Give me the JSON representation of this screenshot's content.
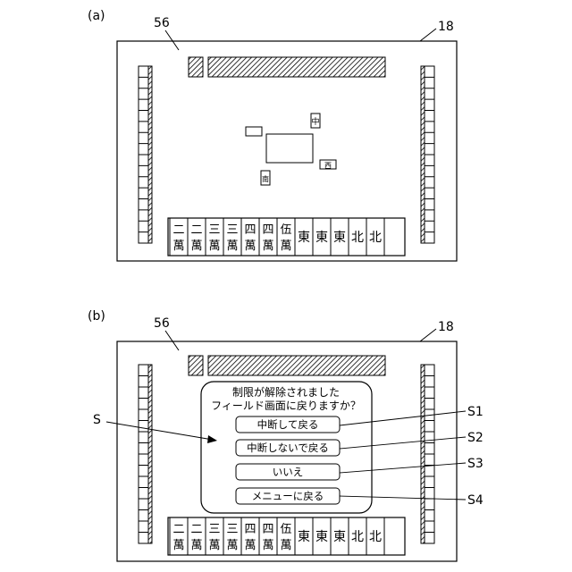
{
  "panel_a": {
    "caption": "(a)",
    "label_screen": "56",
    "label_frame": "18",
    "discards": [
      "中",
      "西",
      "南"
    ]
  },
  "panel_b": {
    "caption": "(b)",
    "label_screen": "56",
    "label_frame": "18",
    "dialog": {
      "line1": "制限が解除されました",
      "line2": "フィールド画面に戻りますか？",
      "buttons": [
        {
          "label": "中断して戻る",
          "ref": "S1"
        },
        {
          "label": "中断しないで戻る",
          "ref": "S2"
        },
        {
          "label": "いいえ",
          "ref": "S3"
        },
        {
          "label": "メニューに戻る",
          "ref": "S4"
        }
      ],
      "label": "S"
    }
  },
  "hand": [
    [
      "二",
      "萬"
    ],
    [
      "二",
      "萬"
    ],
    [
      "三",
      "萬"
    ],
    [
      "三",
      "萬"
    ],
    [
      "四",
      "萬"
    ],
    [
      "四",
      "萬"
    ],
    [
      "伍",
      "萬"
    ],
    [
      "東"
    ],
    [
      "東"
    ],
    [
      "東"
    ],
    [
      "北"
    ],
    [
      "北"
    ]
  ]
}
